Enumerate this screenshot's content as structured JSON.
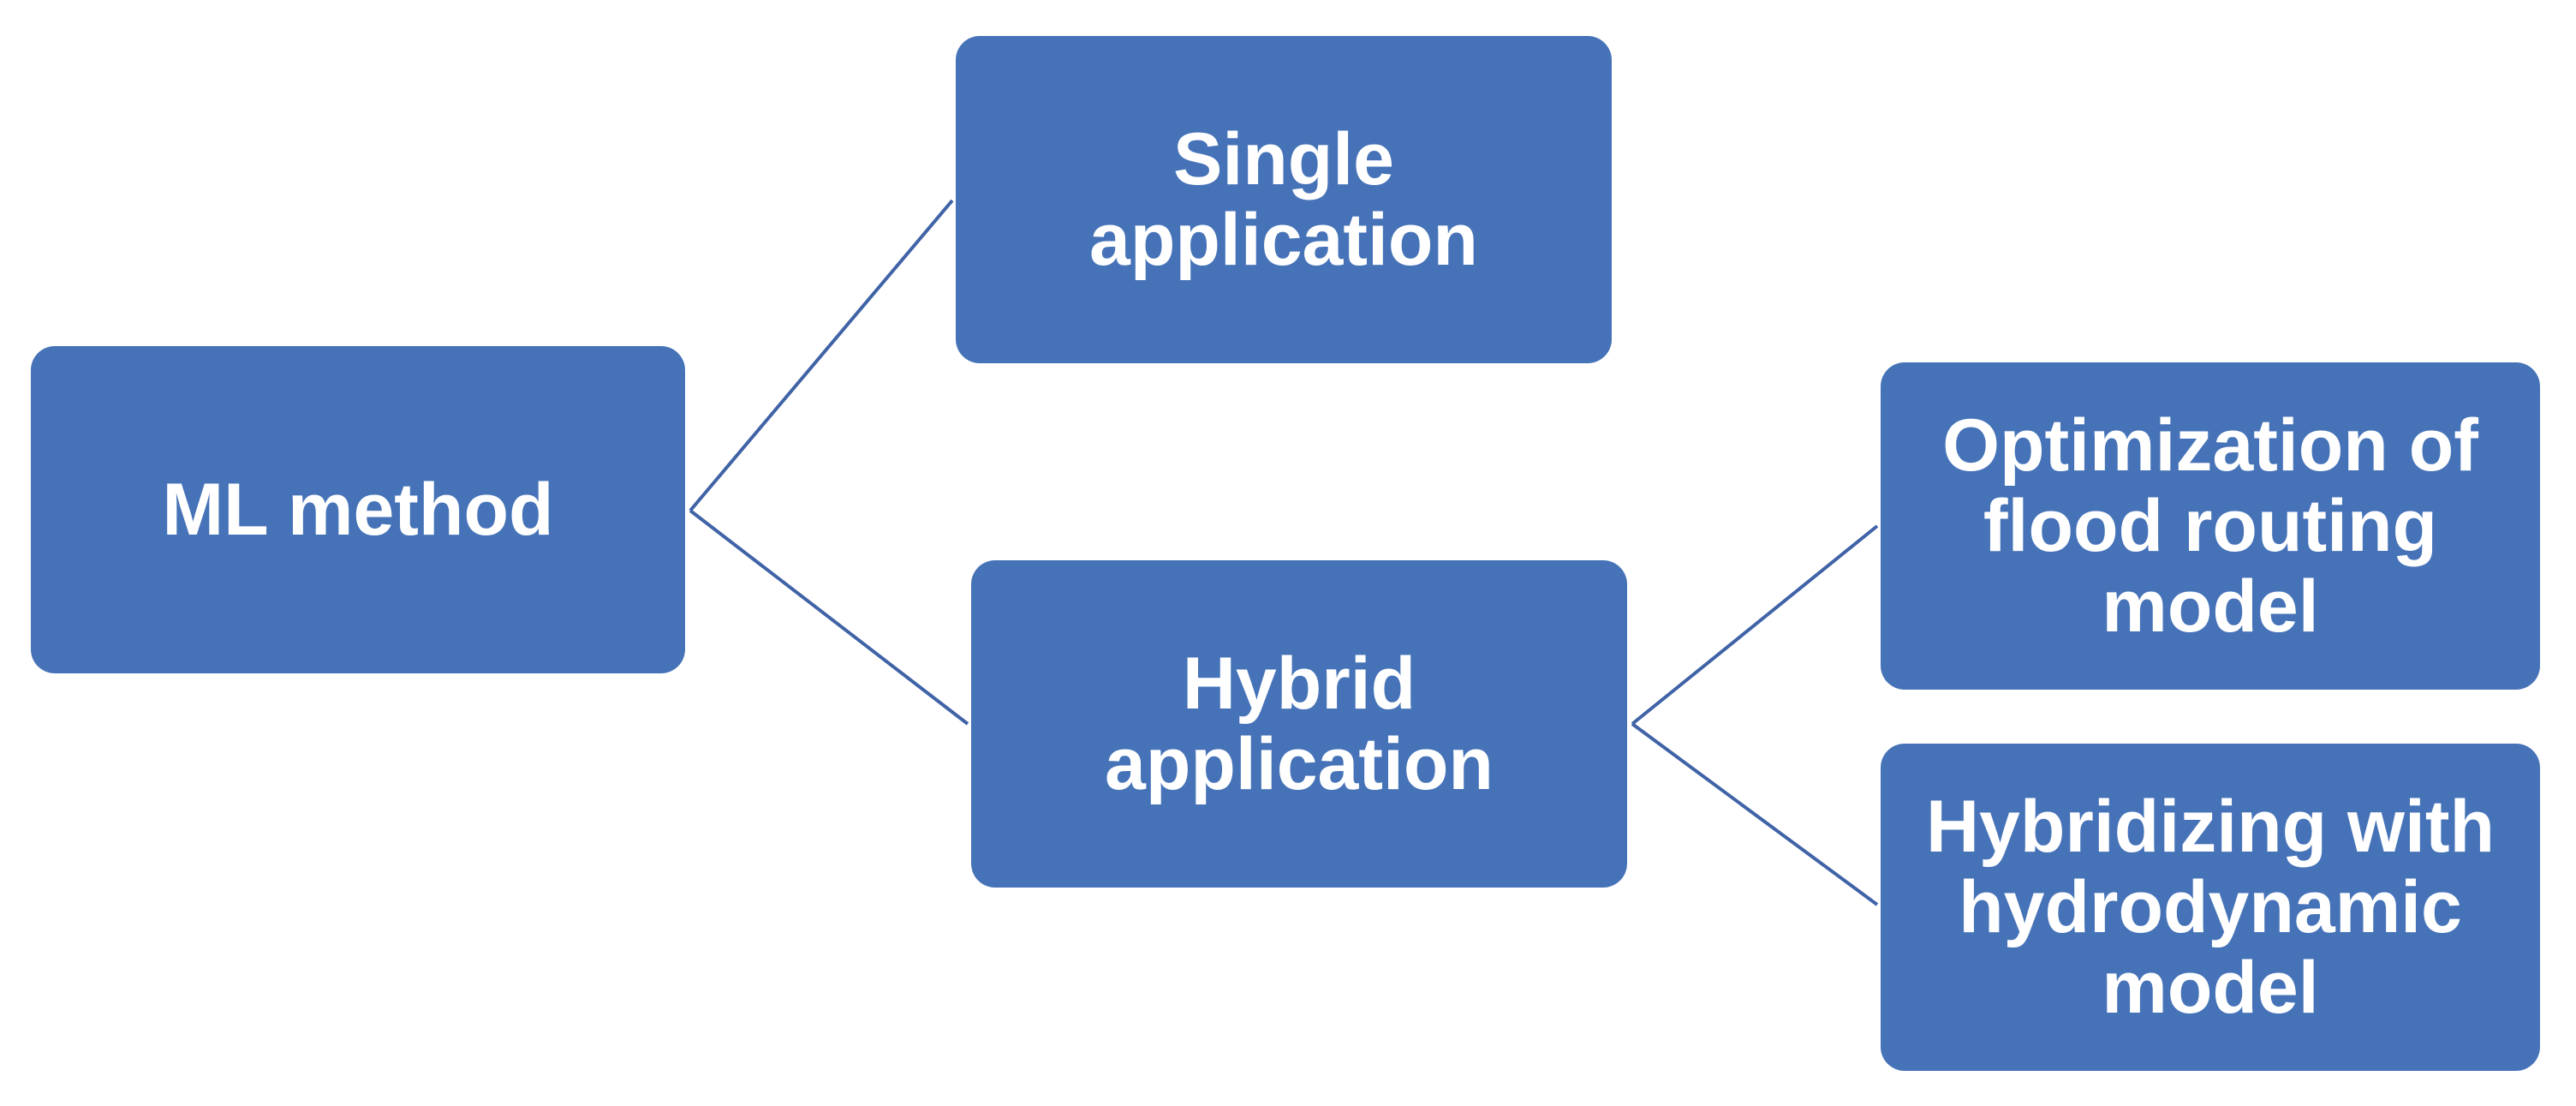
{
  "colors": {
    "node_fill": "#4673B8",
    "node_text": "#FFFFFF",
    "connector": "#3F63A6",
    "background": "#FFFFFF"
  },
  "nodes": {
    "root": {
      "label": "ML method"
    },
    "single": {
      "label": "Single\napplication"
    },
    "hybrid": {
      "label": "Hybrid\napplication"
    },
    "optimization": {
      "label": "Optimization of\nflood routing\nmodel"
    },
    "hydrodynamic": {
      "label": "Hybridizing with\nhydrodynamic\nmodel"
    }
  },
  "edges": [
    {
      "from": "root",
      "to": "single"
    },
    {
      "from": "root",
      "to": "hybrid"
    },
    {
      "from": "hybrid",
      "to": "optimization"
    },
    {
      "from": "hybrid",
      "to": "hydrodynamic"
    }
  ]
}
